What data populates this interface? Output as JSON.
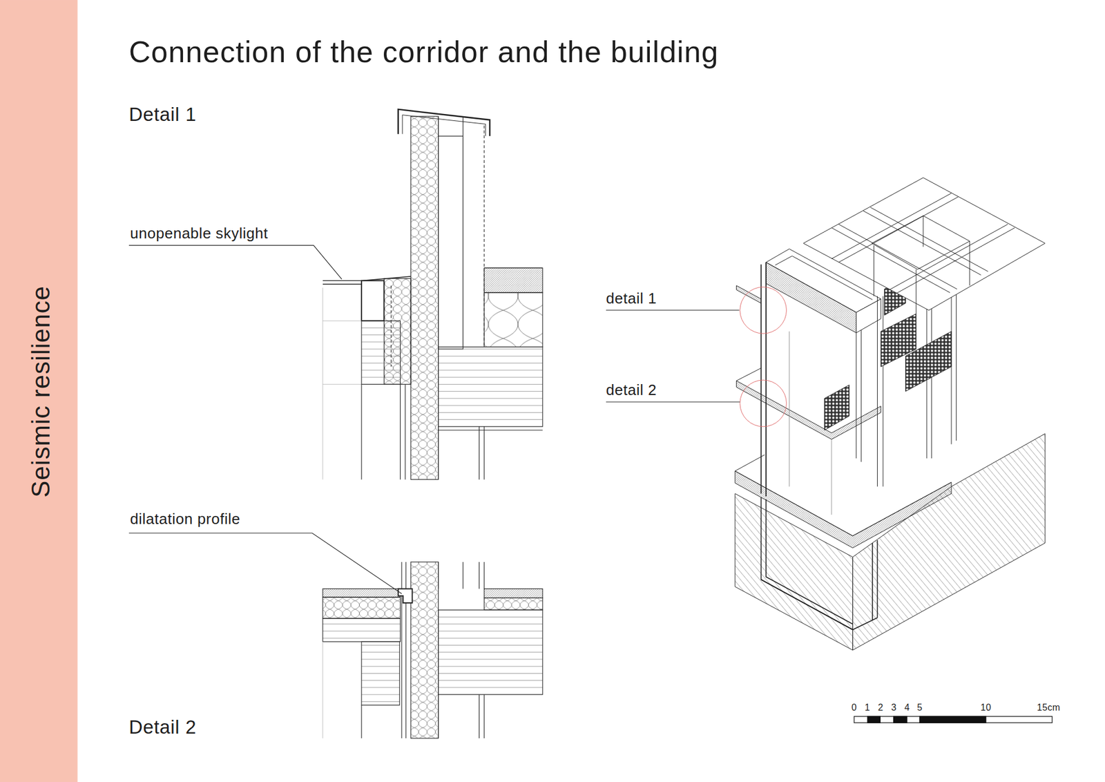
{
  "diagram": {
    "title": "Connection of the corridor and the building",
    "labels": [
      "Detail 1",
      "unopenable skylight",
      "dilatation profile",
      "Detail 2",
      "detail 1",
      "detail 2",
      "Seismic resilience",
      "0",
      "1",
      "2",
      "3",
      "4",
      "5",
      "10",
      "15cm"
    ]
  }
}
